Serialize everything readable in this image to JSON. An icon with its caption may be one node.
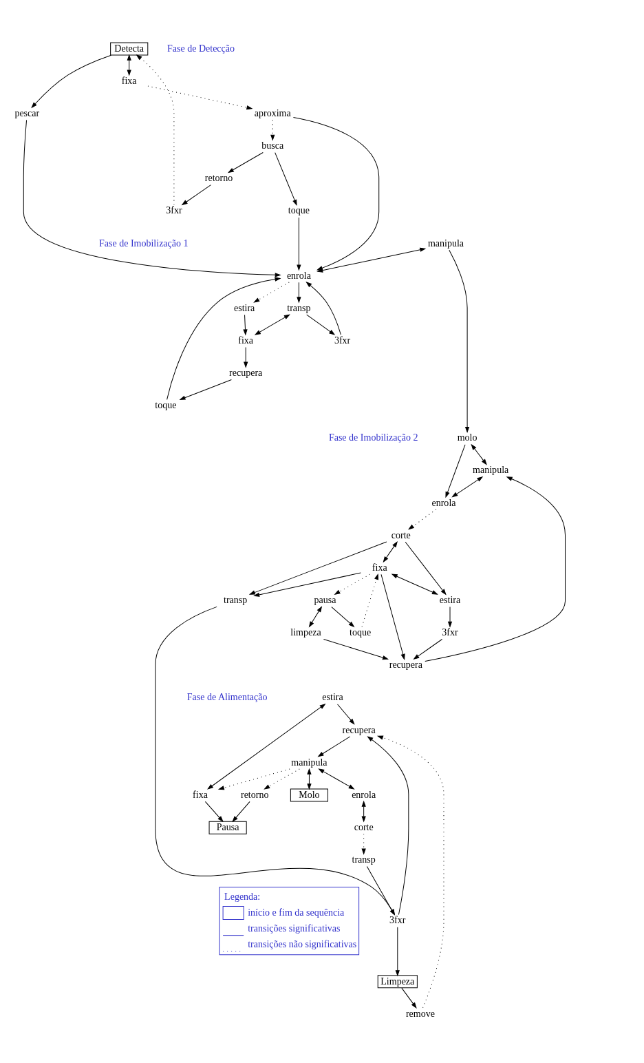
{
  "diagram": {
    "nodes": [
      {
        "text": [
          "Detecta"
        ]
      },
      {
        "text": [
          "pescar"
        ]
      },
      {
        "text": [
          "fixa"
        ]
      },
      {
        "text": [
          "3fxr"
        ]
      },
      {
        "text": [
          "retorno"
        ]
      },
      {
        "text": [
          "aproxima"
        ]
      },
      {
        "text": [
          "busca"
        ]
      },
      {
        "text": [
          "toque"
        ]
      },
      {
        "text": [
          "manipula"
        ]
      },
      {
        "text": [
          "enrola"
        ]
      },
      {
        "text": [
          "estira"
        ]
      },
      {
        "text": [
          "transp"
        ]
      },
      {
        "text": [
          "fixa"
        ]
      },
      {
        "text": [
          "3fxr"
        ]
      },
      {
        "text": [
          "toque"
        ]
      },
      {
        "text": [
          "recupera"
        ]
      },
      {
        "text": [
          "molo"
        ]
      },
      {
        "text": [
          "manipula"
        ]
      },
      {
        "text": [
          "enrola"
        ]
      },
      {
        "text": [
          "corte"
        ]
      },
      {
        "text": [
          "transp"
        ]
      },
      {
        "text": [
          "fixa"
        ]
      },
      {
        "text": [
          "estira"
        ]
      },
      {
        "text": [
          "toque"
        ]
      },
      {
        "text": [
          "pausa"
        ]
      },
      {
        "text": [
          "limpeza"
        ]
      },
      {
        "text": [
          "recupera"
        ]
      },
      {
        "text": [
          "3fxr"
        ]
      },
      {
        "text": [
          "estira"
        ]
      },
      {
        "text": [
          "recupera"
        ]
      },
      {
        "text": [
          "3fxr"
        ]
      },
      {
        "text": [
          "Pausa"
        ]
      },
      {
        "text": [
          "fixa"
        ]
      },
      {
        "text": [
          "remove"
        ]
      },
      {
        "text": [
          "Limpeza"
        ]
      },
      {
        "text": [
          "manipula"
        ]
      },
      {
        "text": [
          "retorno"
        ]
      },
      {
        "text": [
          "enrola"
        ]
      },
      {
        "text": [
          "Molo"
        ]
      },
      {
        "text": [
          "corte"
        ]
      },
      {
        "text": [
          "transp"
        ]
      }
    ],
    "edges": [
      {
        "from": 0,
        "to": 1,
        "arrow": "to"
      },
      {
        "from": 0,
        "to": 2,
        "arrow": "both"
      },
      {
        "from": 3,
        "to": 0,
        "arrow": "to",
        "style": "dashed"
      },
      {
        "from": 4,
        "to": 3,
        "arrow": "to"
      },
      {
        "from": 6,
        "to": 4,
        "arrow": "to"
      },
      {
        "from": 2,
        "to": 5,
        "arrow": "to",
        "style": "dashed"
      },
      {
        "from": 5,
        "to": 6,
        "arrow": "to",
        "style": "dashed"
      },
      {
        "from": 6,
        "to": 7,
        "arrow": "to"
      },
      {
        "from": 1,
        "to": 9,
        "arrow": "to"
      },
      {
        "from": 5,
        "to": 9,
        "arrow": "to"
      },
      {
        "from": 7,
        "to": 9,
        "arrow": "to"
      },
      {
        "from": 8,
        "to": 9,
        "arrow": "both"
      },
      {
        "from": 9,
        "to": 10,
        "arrow": "to",
        "style": "dashed"
      },
      {
        "from": 9,
        "to": 11,
        "arrow": "to"
      },
      {
        "from": 10,
        "to": 12,
        "arrow": "to"
      },
      {
        "from": 11,
        "to": 12,
        "arrow": "both"
      },
      {
        "from": 11,
        "to": 13,
        "arrow": "to"
      },
      {
        "from": 13,
        "to": 9,
        "arrow": "to"
      },
      {
        "from": 12,
        "to": 15,
        "arrow": "to"
      },
      {
        "from": 15,
        "to": 14,
        "arrow": "to"
      },
      {
        "from": 14,
        "to": 9,
        "arrow": "to"
      },
      {
        "from": 8,
        "to": 16,
        "arrow": "to"
      },
      {
        "from": 16,
        "to": 17,
        "arrow": "both"
      },
      {
        "from": 16,
        "to": 18,
        "arrow": "to"
      },
      {
        "from": 17,
        "to": 18,
        "arrow": "both"
      },
      {
        "from": 18,
        "to": 19,
        "arrow": "to",
        "style": "dashed"
      },
      {
        "from": 19,
        "to": 20,
        "arrow": "to"
      },
      {
        "from": 19,
        "to": 21,
        "arrow": "both"
      },
      {
        "from": 19,
        "to": 22,
        "arrow": "to"
      },
      {
        "from": 21,
        "to": 20,
        "arrow": "to"
      },
      {
        "from": 21,
        "to": 22,
        "arrow": "both"
      },
      {
        "from": 21,
        "to": 26,
        "arrow": "to"
      },
      {
        "from": 23,
        "to": 21,
        "arrow": "to",
        "style": "dashed"
      },
      {
        "from": 21,
        "to": 24,
        "arrow": "to",
        "style": "dashed"
      },
      {
        "from": 24,
        "to": 23,
        "arrow": "to"
      },
      {
        "from": 24,
        "to": 25,
        "arrow": "both"
      },
      {
        "from": 25,
        "to": 26,
        "arrow": "to"
      },
      {
        "from": 22,
        "to": 27,
        "arrow": "to"
      },
      {
        "from": 27,
        "to": 26,
        "arrow": "to"
      },
      {
        "from": 26,
        "to": 17,
        "arrow": "to"
      },
      {
        "from": 20,
        "to": 30,
        "arrow": "to"
      },
      {
        "from": 30,
        "to": 29,
        "arrow": "to"
      },
      {
        "from": 30,
        "to": 34,
        "arrow": "to"
      },
      {
        "from": 28,
        "to": 29,
        "arrow": "to"
      },
      {
        "from": 28,
        "to": 32,
        "arrow": "both"
      },
      {
        "from": 32,
        "to": 31,
        "arrow": "to"
      },
      {
        "from": 29,
        "to": 35,
        "arrow": "to"
      },
      {
        "from": 33,
        "to": 29,
        "arrow": "to",
        "style": "dashed"
      },
      {
        "from": 34,
        "to": 33,
        "arrow": "to"
      },
      {
        "from": 35,
        "to": 32,
        "arrow": "to",
        "style": "dashed"
      },
      {
        "from": 35,
        "to": 36,
        "arrow": "to",
        "style": "dashed"
      },
      {
        "from": 36,
        "to": 31,
        "arrow": "to"
      },
      {
        "from": 35,
        "to": 37,
        "arrow": "both"
      },
      {
        "from": 35,
        "to": 38,
        "arrow": "both"
      },
      {
        "from": 37,
        "to": 39,
        "arrow": "both"
      },
      {
        "from": 39,
        "to": 40,
        "arrow": "to",
        "style": "dashed"
      },
      {
        "from": 40,
        "to": 30,
        "arrow": "to"
      }
    ],
    "labels": [
      "Fase de Detecção",
      "Fase de Imobilização 1",
      "Fase de Imobilização 2",
      "Fase de Alimentação",
      "Legenda:"
    ],
    "legend": [
      {
        "text": "início e fim da sequência"
      },
      {
        "text": "transições significativas"
      },
      {
        "text": "transições não significativas"
      }
    ]
  }
}
